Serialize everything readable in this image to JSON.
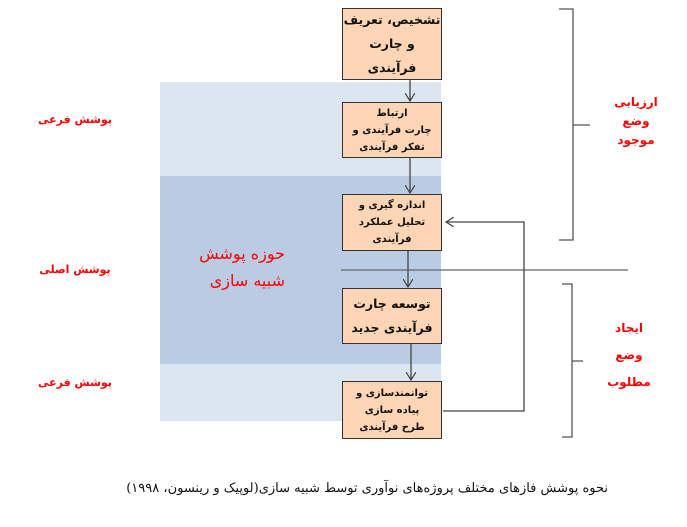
{
  "diagram": {
    "colors": {
      "band_light": "#dce6f1",
      "band_dark": "#b9cce4",
      "box_fill": "#fcd5b4",
      "label_red": "#ff0000",
      "line": "#555555"
    },
    "boxes": [
      {
        "lines": [
          "تشخیص، تعریف",
          "و چارت فرآیندی"
        ]
      },
      {
        "lines": [
          "ارتباط",
          "چارت فرآیندی و",
          "تفکر فرآیندی"
        ]
      },
      {
        "lines": [
          "اندازه گیری و",
          "تحلیل عملکرد",
          "فرآیندی"
        ]
      },
      {
        "lines": [
          "توسعه چارت",
          "فرآیندی جدید"
        ]
      },
      {
        "lines": [
          "توانمندسازی و",
          "پیاده سازی",
          "طرح فرآیندی"
        ]
      }
    ],
    "side_labels": {
      "top_sub": "پوشش فرعی",
      "main": "پوشش اصلی",
      "bottom_sub": "پوشش فرعی"
    },
    "zone_label": [
      "حوزه پوشش",
      "شبیه سازی"
    ],
    "phases": {
      "current": [
        "ارزیابی",
        "وضع",
        "موجود"
      ],
      "desired": [
        "ایجاد",
        "وضع",
        "مطلوب"
      ]
    }
  },
  "caption": "نحوه پوشش فازهای مختلف پروژه‌های نوآوری توسط شبیه سازی(لوپیک و رینسون، ۱۹۹۸)"
}
